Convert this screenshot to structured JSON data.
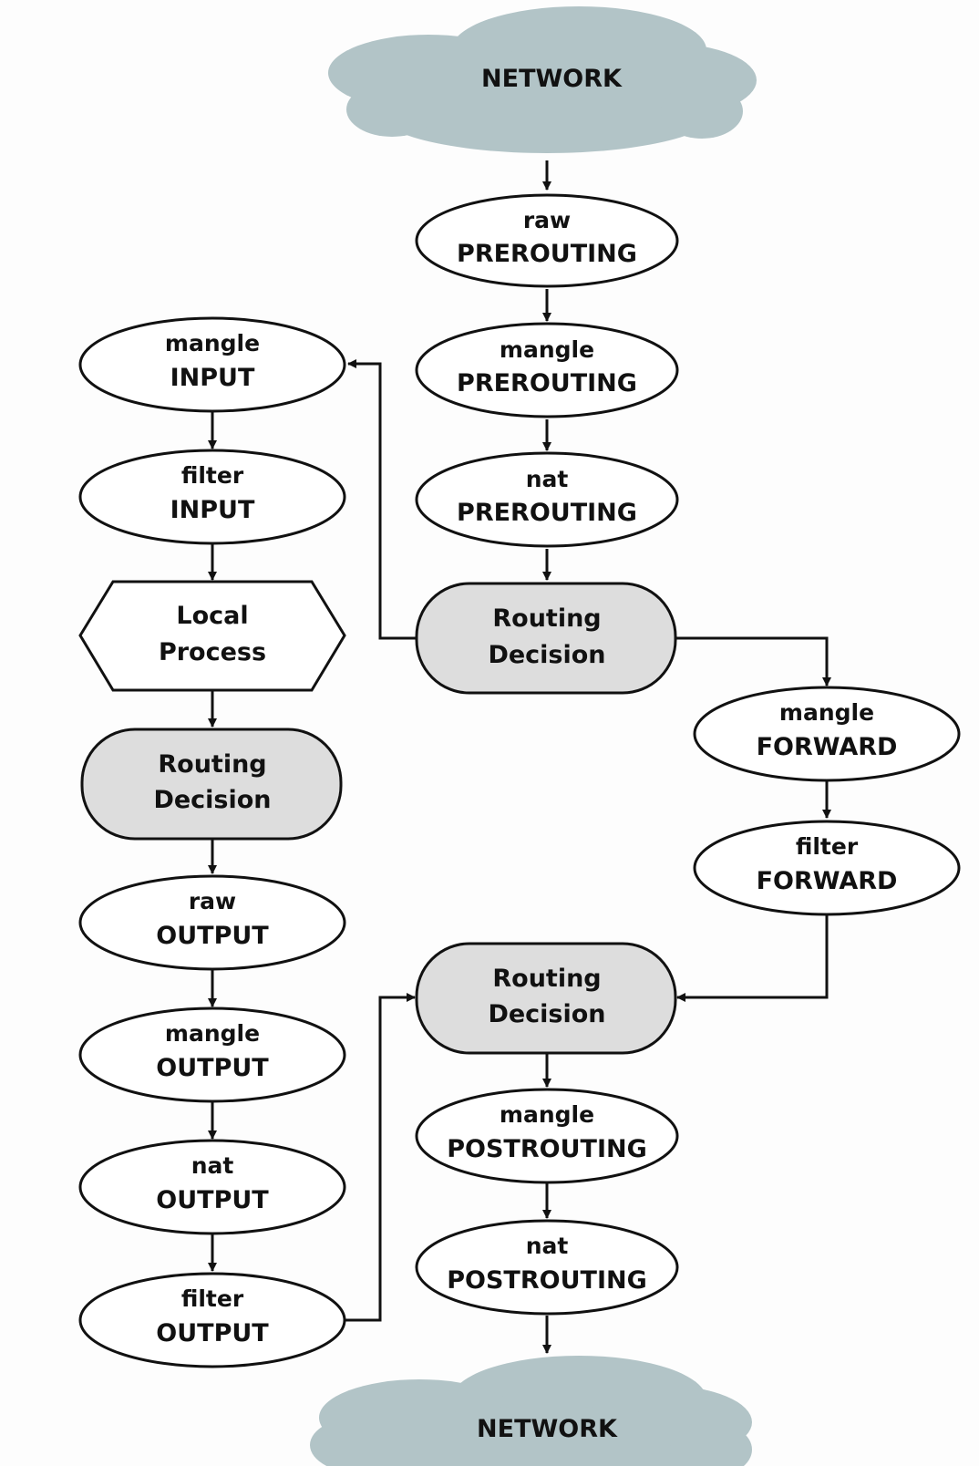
{
  "colors": {
    "cloud": "#b2c4c7",
    "routing_decision": "#dddddd",
    "node_fill": "#ffffff",
    "stroke": "#111111",
    "background": "#fdfdfd"
  },
  "network_top": {
    "label": "NETWORK"
  },
  "network_bottom": {
    "label": "NETWORK"
  },
  "raw_prerouting": {
    "table": "raw",
    "chain": "PREROUTING"
  },
  "mangle_prerouting": {
    "table": "mangle",
    "chain": "PREROUTING"
  },
  "nat_prerouting": {
    "table": "nat",
    "chain": "PREROUTING"
  },
  "routing_decision_1": {
    "line1": "Routing",
    "line2": "Decision"
  },
  "mangle_input": {
    "table": "mangle",
    "chain": "INPUT"
  },
  "filter_input": {
    "table": "filter",
    "chain": "INPUT"
  },
  "local_process": {
    "line1": "Local",
    "line2": "Process"
  },
  "routing_decision_2": {
    "line1": "Routing",
    "line2": "Decision"
  },
  "raw_output": {
    "table": "raw",
    "chain": "OUTPUT"
  },
  "mangle_output": {
    "table": "mangle",
    "chain": "OUTPUT"
  },
  "nat_output": {
    "table": "nat",
    "chain": "OUTPUT"
  },
  "filter_output": {
    "table": "filter",
    "chain": "OUTPUT"
  },
  "mangle_forward": {
    "table": "mangle",
    "chain": "FORWARD"
  },
  "filter_forward": {
    "table": "filter",
    "chain": "FORWARD"
  },
  "routing_decision_3": {
    "line1": "Routing",
    "line2": "Decision"
  },
  "mangle_postrouting": {
    "table": "mangle",
    "chain": "POSTROUTING"
  },
  "nat_postrouting": {
    "table": "nat",
    "chain": "POSTROUTING"
  }
}
